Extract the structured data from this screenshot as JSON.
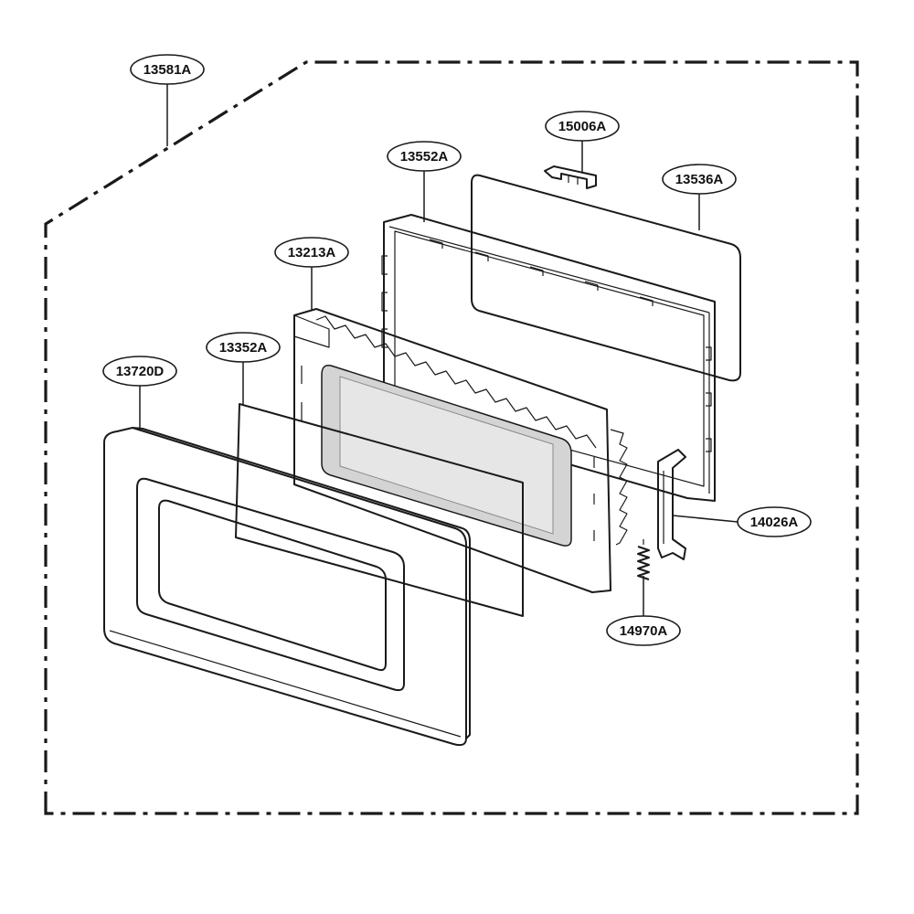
{
  "callouts": {
    "c13581A": "13581A",
    "c15006A": "15006A",
    "c13552A": "13552A",
    "c13536A": "13536A",
    "c13213A": "13213A",
    "c13352A": "13352A",
    "c13720D": "13720D",
    "c14026A": "14026A",
    "c14970A": "14970A"
  },
  "colors": {
    "line": "#1a1a1a",
    "window_gray": "#cfcfcf",
    "background": "#ffffff"
  }
}
